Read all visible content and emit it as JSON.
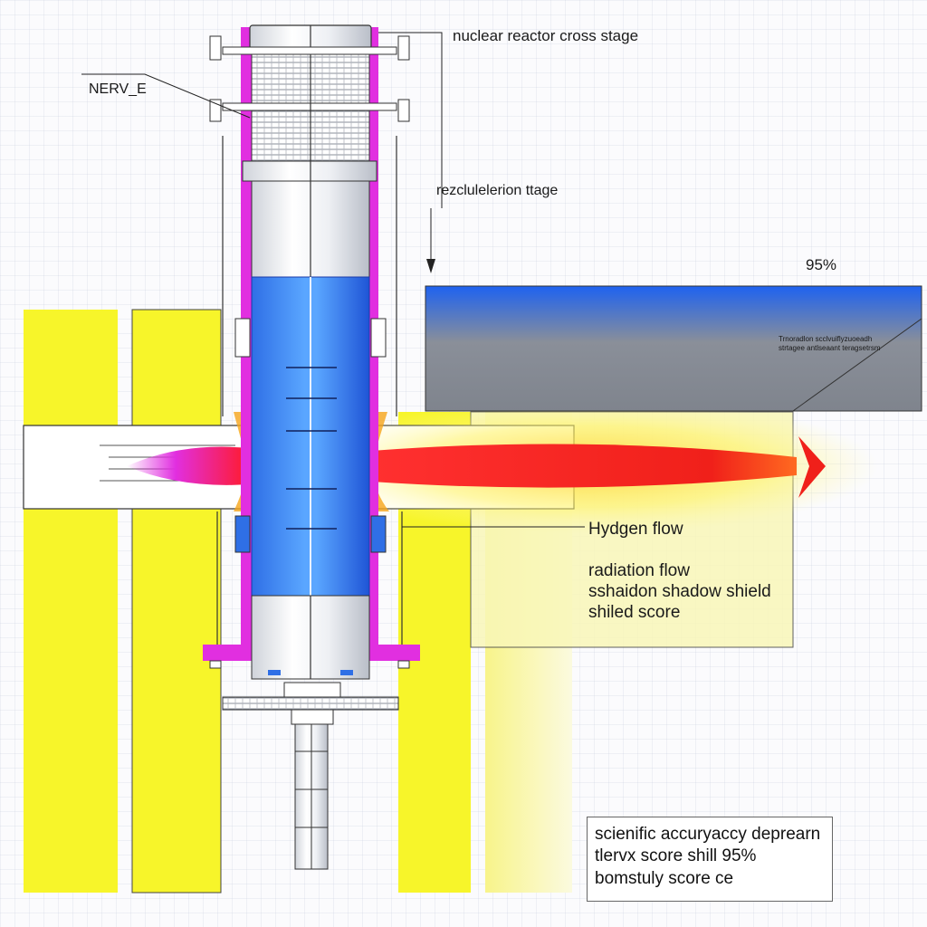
{
  "labels": {
    "top_title": "nuclear reactor cross stage",
    "engine_name": "NERV_E",
    "stage_label": "rezclulelerion ttage",
    "percent": "95%",
    "small_text_1": "Trnoradlon scclvuiflyzuoeadh",
    "small_text_2": "strtagee antlseaant teragsetrsm",
    "hydrogen_flow": "Hydgen flow",
    "radiation_flow_1": "radiation flow",
    "radiation_flow_2": "sshaidon shadow shield",
    "radiation_flow_3": "shiled score"
  },
  "score_box": {
    "line1": "scienific accuryaccy deprearn",
    "line2": "tlervx score shill 95%",
    "line3": "bomstuly score ce"
  },
  "colors": {
    "shield_yellow": "#f7f52a",
    "pale_yellow": "#f9f7b8",
    "core_blue": "#2f6fe6",
    "wall_magenta": "#e12fe0",
    "plume_red": "#f0201a",
    "panel_grey": "#8a8f99",
    "panel_blue": "#1e62f0"
  }
}
